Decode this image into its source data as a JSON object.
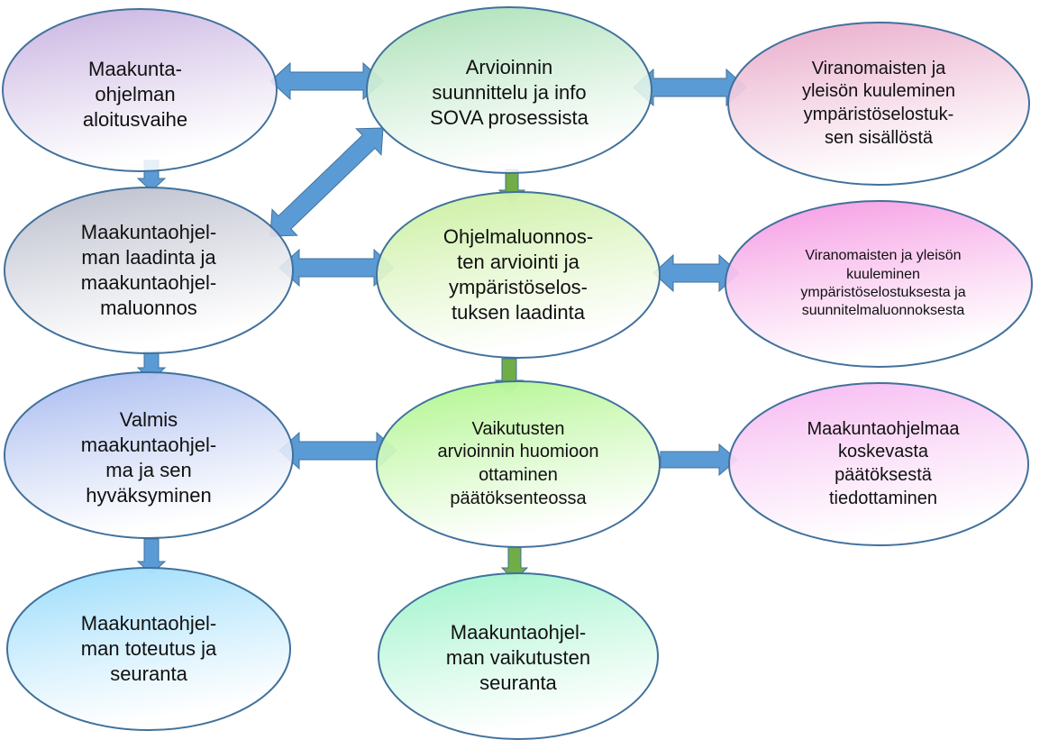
{
  "diagram": {
    "nodes": {
      "n1": {
        "lines": [
          "Maakunta-",
          "ohjelman",
          "aloitusvaihe"
        ],
        "color": "#c7b1e0"
      },
      "n2": {
        "lines": [
          "Arvioinnin",
          "suunnittelu ja info",
          "SOVA prosessista"
        ],
        "color": "#a9e0b5"
      },
      "n3": {
        "lines": [
          "Viranomaisten ja",
          "yleisön kuuleminen",
          "ympäristöselostuk-",
          "sen sisällöstä"
        ],
        "color": "#e8a9c9"
      },
      "n4": {
        "lines": [
          "Maakuntaohjel-",
          "man laadinta ja",
          "maakuntaohjel-",
          "maluonnos"
        ],
        "color": "#b9bccb"
      },
      "n5": {
        "lines": [
          "Ohjelmaluonnos-",
          "ten arviointi ja",
          "ympäristöselos-",
          "tuksen laadinta"
        ],
        "color": "#c9ef9d"
      },
      "n6": {
        "lines": [
          "Viranomaisten ja yleisön",
          "kuuleminen",
          "ympäristöselostuksesta ja",
          "suunnitelmaluonnoksesta"
        ],
        "color": "#f598e2"
      },
      "n7": {
        "lines": [
          "Valmis",
          "maakuntaohjel-",
          "ma ja sen",
          "hyväksyminen"
        ],
        "color": "#a6b9ef"
      },
      "n8": {
        "lines": [
          "Vaikutusten",
          "arvioinnin huomioon",
          "ottaminen",
          "päätöksenteossa"
        ],
        "color": "#aef58a"
      },
      "n9": {
        "lines": [
          "Maakuntaohjelmaa",
          "koskevasta",
          "päätöksestä",
          "tiedottaminen"
        ],
        "color": "#f6b8f1"
      },
      "n10": {
        "lines": [
          "Maakuntaohjel-",
          "man toteutus ja",
          "seuranta"
        ],
        "color": "#98dbfb"
      },
      "n11": {
        "lines": [
          "Maakuntaohjel-",
          "man vaikutusten",
          "seuranta"
        ],
        "color": "#9cf3c9"
      }
    },
    "colors": {
      "outline": "#41719c",
      "blue_arrow": "#5b9bd5",
      "green_arrow": "#70ad47"
    }
  }
}
